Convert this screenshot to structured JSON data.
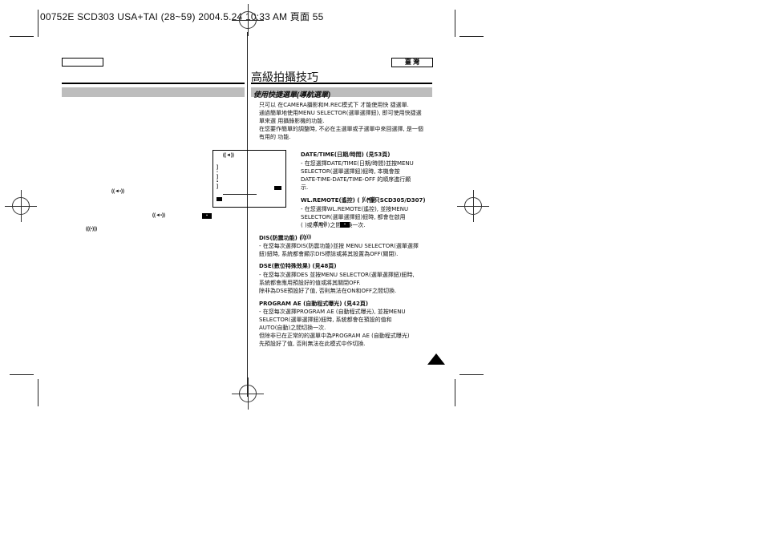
{
  "header": {
    "file_line": "00752E SCD303 USA+TAI (28~59)  2004.5.24 10:33 AM  頁面 55"
  },
  "region_label": "臺 灣",
  "page_title": "高級拍攝技巧",
  "section_title": "使用快捷選單(導航選單)",
  "intro_lines": [
    "只可以 在CAMERA攝影和M.REC模式下 才能使用快 捷選單.",
    "通過簡單地使用MENU SELECTOR(選單選擇鈕), 即可使用快捷選",
    "單來選 用攝錄影機的功能.",
    "在您要作簡單的調整時, 不必在主選單或子選單中來回選擇, 是一個",
    "有用的 功能."
  ],
  "items": [
    {
      "heading": "DATE/TIME(日期/時間) (見53頁)",
      "lines": [
        "-   在您選擇DATE/TIME(日期/時間)並按MENU",
        "    SELECTOR(選單選擇鈕)鈕時, 本機會按",
        "    DATE-TIME-DATE/TIME-OFF 的順序進行顯",
        "    示."
      ]
    },
    {
      "heading": "WL.REMOTE(遙控) (      ) (僅只SCD305/D307)",
      "lines": [
        "-   在您選擇WL.REMOTE(遙控), 並按MENU",
        "    SELECTOR(選單選擇鈕)鈕時, 都會在啟用",
        "    (      )或停用(      )之間切換一次."
      ]
    },
    {
      "heading": "DIS(防震功能) (    )",
      "lines": [
        "-   在您每次選擇DIS(防震功能)並按 MENU SELECTOR(選單選擇",
        "    鈕)鈕時, 系統都會顯示DIS標誌或將其設置為OFF(關閉)."
      ]
    },
    {
      "heading": "DSE(數位特殊效果) (見48頁)",
      "lines": [
        "-   在您每次選擇DES 並按MENU SELECTOR(選單選擇鈕)鈕時,",
        "    系統都會應用預設好的值或將其關閉OFF.",
        "    除非為DSE預設好了值, 否則無法在ON和OFF之間切換."
      ]
    },
    {
      "heading": "PROGRAM AE (自動程式曝光) (見42頁)",
      "lines": [
        "-   在您每次選擇PROGRAM AE (自動程式曝光), 並按MENU",
        "    SELECTOR(選單選擇鈕)鈕時, 系統都會在預設的值和",
        "    AUTO(自動)之間切換一次.",
        "    但除非已在正常的的選單中為PROGRAM AE (自動程式曝光)",
        "    先預設好了值, 否則無法在此模式中作切換."
      ]
    }
  ],
  "icons": {
    "remote": "remote-icon",
    "dis": "hand-shake-icon"
  }
}
